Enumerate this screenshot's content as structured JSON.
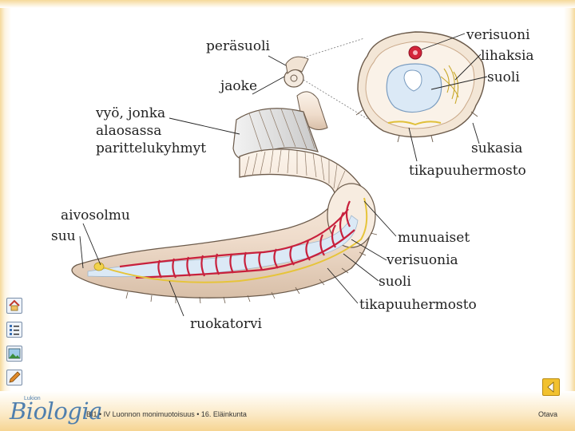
{
  "labels": {
    "perasuoli": "peräsuoli",
    "jaoke": "jaoke",
    "vyo_1": "vyö, jonka",
    "vyo_2": "alaosassa",
    "vyo_3": "parittelukyhmyt",
    "aivosolmu": "aivosolmu",
    "suu": "suu",
    "ruokatorvi": "ruokatorvi",
    "munuaiset": "munuaiset",
    "verisuonia": "verisuonia",
    "suoli_bottom": "suoli",
    "tikapuuhermosto_bottom": "tikapuuhermosto",
    "verisuoni": "verisuoni",
    "lihaksia": "lihaksia",
    "suoli_section": "suoli",
    "sukasia": "sukasia",
    "tikapuuhermosto_section": "tikapuuhermosto"
  },
  "footer": {
    "logo_small": "Lukion",
    "logo_main": "Biologia",
    "course_text": "BI1 • IV Luonnon monimuotoisuus • 16. Eläinkunta",
    "publisher": "Otava"
  },
  "icons": [
    "home-icon",
    "list-icon",
    "image-icon",
    "pencil-icon",
    "back-arrow-icon"
  ],
  "colors": {
    "body": "#f1e3d4",
    "body_shade": "#d9c2ae",
    "blood_vessel": "#c8203c",
    "nerve": "#e6c43a",
    "gut": "#dbe9f6",
    "brand": "#4f7fae"
  }
}
